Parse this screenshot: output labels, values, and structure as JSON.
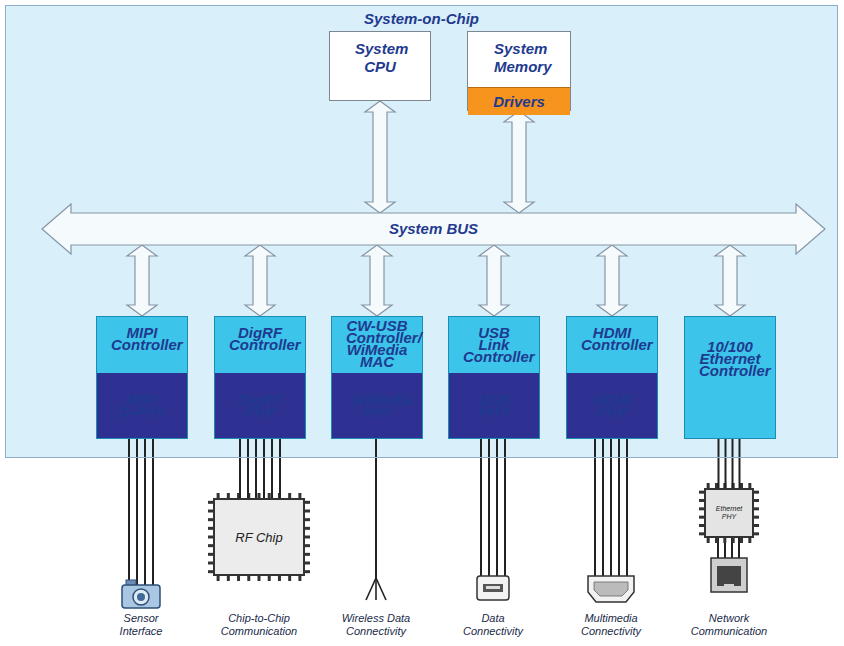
{
  "diagram": {
    "nodes": [
      {
        "text": [
          "System-on-Chip"
        ]
      },
      {
        "text": [
          "System CPU"
        ],
        "in": 0
      },
      {
        "text": [
          "System Memory"
        ],
        "in": 0
      },
      {
        "text": [
          "Drivers"
        ],
        "in": 2
      },
      {
        "text": [
          "System BUS"
        ],
        "in": 0
      },
      {
        "text": [
          "MIPI Controller"
        ],
        "in": 0
      },
      {
        "text": [
          "MIPI D-PHY"
        ],
        "in": 5
      },
      {
        "text": [
          "DigRF Controller"
        ],
        "in": 0
      },
      {
        "text": [
          "DigRF PHY"
        ],
        "in": 7
      },
      {
        "text": [
          "CW-USB Controller/ WiMedia MAC"
        ],
        "in": 0
      },
      {
        "text": [
          "WiMedia PHY"
        ],
        "in": 9
      },
      {
        "text": [
          "USB Link Controller"
        ],
        "in": 0
      },
      {
        "text": [
          "USB PHY"
        ],
        "in": 11
      },
      {
        "text": [
          "HDMI Controller"
        ],
        "in": 0
      },
      {
        "text": [
          "HDMI PHY"
        ],
        "in": 13
      },
      {
        "text": [
          "10/100 Ethernet Controller"
        ],
        "in": 0
      },
      {
        "text": [
          "RF Chip"
        ]
      },
      {
        "text": [
          "Ethernet PHY"
        ]
      }
    ],
    "edges": [
      {
        "from": 1,
        "to": 4,
        "arrow": "both"
      },
      {
        "from": 2,
        "to": 4,
        "arrow": "both"
      },
      {
        "from": 4,
        "to": 5,
        "arrow": "both"
      },
      {
        "from": 4,
        "to": 7,
        "arrow": "both"
      },
      {
        "from": 4,
        "to": 9,
        "arrow": "both"
      },
      {
        "from": 4,
        "to": 11,
        "arrow": "both"
      },
      {
        "from": 4,
        "to": 13,
        "arrow": "both"
      },
      {
        "from": 4,
        "to": 15,
        "arrow": "both"
      },
      {
        "from": 8,
        "to": 16,
        "arrow": "none"
      },
      {
        "from": 15,
        "to": 17,
        "arrow": "none"
      }
    ],
    "labels": [
      "Sensor Interface",
      "Chip-to-Chip Communication",
      "Wireless Data Connectivity",
      "Data Connectivity",
      "Multimedia Connectivity",
      "Network Communication"
    ]
  }
}
